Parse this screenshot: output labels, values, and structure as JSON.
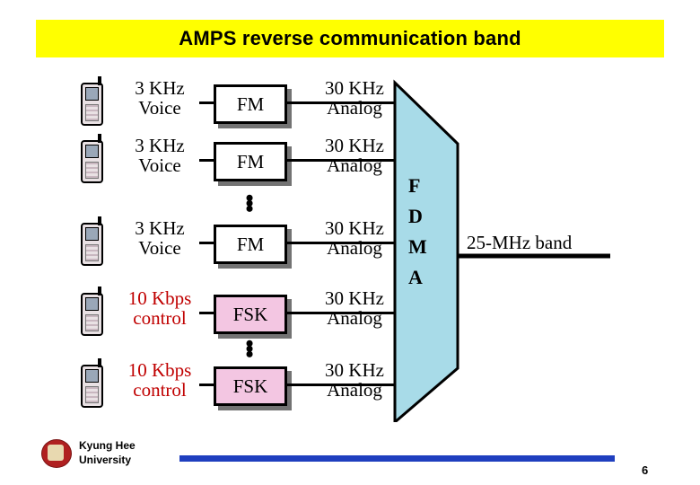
{
  "slide": {
    "title": "AMPS reverse communication band",
    "page_number": "6",
    "footer": {
      "line1": "Kyung Hee",
      "line2": "University",
      "logo_icon": "university-crest-icon"
    }
  },
  "diagram": {
    "fdma_label": [
      "F",
      "D",
      "M",
      "A"
    ],
    "output_label": "25-MHz band",
    "rows": [
      {
        "icon": "mobile-phone-icon",
        "rate": "3 KHz",
        "kind": "Voice",
        "modulation": "FM",
        "bandwidth": "30 KHz",
        "signal": "Analog",
        "highlight": false,
        "mod_pink": false
      },
      {
        "icon": "mobile-phone-icon",
        "rate": "3 KHz",
        "kind": "Voice",
        "modulation": "FM",
        "bandwidth": "30 KHz",
        "signal": "Analog",
        "highlight": false,
        "mod_pink": false
      },
      {
        "icon": "mobile-phone-icon",
        "rate": "3 KHz",
        "kind": "Voice",
        "modulation": "FM",
        "bandwidth": "30 KHz",
        "signal": "Analog",
        "highlight": false,
        "mod_pink": false
      },
      {
        "icon": "mobile-phone-icon",
        "rate": "10 Kbps",
        "kind": "control",
        "modulation": "FSK",
        "bandwidth": "30 KHz",
        "signal": "Analog",
        "highlight": true,
        "mod_pink": true
      },
      {
        "icon": "mobile-phone-icon",
        "rate": "10 Kbps",
        "kind": "control",
        "modulation": "FSK",
        "bandwidth": "30 KHz",
        "signal": "Analog",
        "highlight": true,
        "mod_pink": true
      }
    ],
    "ellipsis_marks": [
      "vertical-dots",
      "vertical-dots"
    ],
    "colors": {
      "title_background": "#ffff00",
      "fdma_block": "#a8dbe8",
      "accent_rule": "#1f3fbf",
      "highlight_text": "#c00000",
      "modulation_pink": "#f3c6e2"
    }
  }
}
